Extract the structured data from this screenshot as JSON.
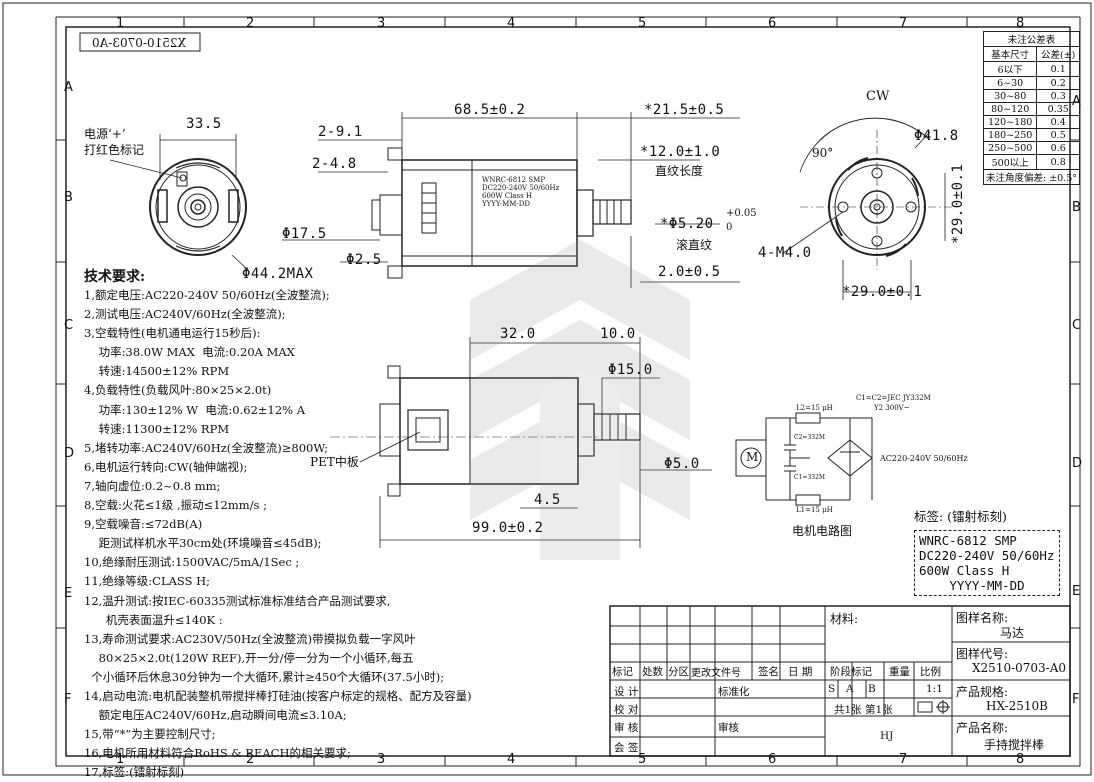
{
  "drawing_number_mirrored": "X2510-0703-A0",
  "grid": {
    "columns": [
      "1",
      "2",
      "3",
      "4",
      "5",
      "6",
      "7",
      "8"
    ],
    "rows": [
      "A",
      "B",
      "C",
      "D",
      "E",
      "F"
    ]
  },
  "tolerance_table": {
    "title": "未注公差表",
    "headers": [
      "基本尺寸",
      "公差(±)"
    ],
    "rows": [
      [
        "6以下",
        "0.1"
      ],
      [
        "6~30",
        "0.2"
      ],
      [
        "30~80",
        "0.3"
      ],
      [
        "80~120",
        "0.35"
      ],
      [
        "120~180",
        "0.4"
      ],
      [
        "180~250",
        "0.5"
      ],
      [
        "250~500",
        "0.6"
      ],
      [
        "500以上",
        "0.8"
      ]
    ],
    "angle_note": "未注角度偏差: ±0.5°"
  },
  "front_view": {
    "dim_33_5": "33.5",
    "power_label_1": "电源‘+’",
    "power_label_2": "打红色标记",
    "dim_44_2": "Φ44.2MAX"
  },
  "side_view": {
    "dim_68_5": "68.5±0.2",
    "dim_21_5": "*21.5±0.5",
    "dim_2_9_1": "2-9.1",
    "dim_2_4_8": "2-4.8",
    "dim_12_0": "*12.0±1.0",
    "straight_len": "直纹长度",
    "dim_5_20": "*Φ5.20",
    "tol_upper": "+0.05",
    "tol_lower": "0",
    "knurl": "滚直纹",
    "dim_17_5": "Φ17.5",
    "dim_2_5": "Φ2.5",
    "dim_2_0": "2.0±0.5",
    "label_lines": [
      "WNRC-6812 SMP",
      "DC220-240V 50/60Hz",
      "600W Class H",
      "YYYY-MM-DD"
    ]
  },
  "end_view": {
    "cw": "CW",
    "angle_90": "90°",
    "dim_41_8": "Φ41.8",
    "dim_29_v": "*29.0±0.1",
    "dim_29_h": "*29.0±0.1",
    "screws": "4-M4.0"
  },
  "lower_view": {
    "dim_32_0": "32.0",
    "dim_10_0": "10.0",
    "dim_15_0": "Φ15.0",
    "dim_5_0": "Φ5.0",
    "dim_4_5": "4.5",
    "dim_99_0": "99.0±0.2",
    "pet": "PET中板"
  },
  "circuit": {
    "cap_note_1": "C1=C2=JEC JY332M",
    "cap_note_2": "Y2 300V~",
    "l2": "L2=15 μH",
    "l1": "L1=15 μH",
    "c2": "C2=332M",
    "c1": "C1=332M",
    "motor": "M",
    "supply": "AC220-240V 50/60Hz",
    "caption": "电机电路图"
  },
  "label_block": {
    "title": "标签: (镭射标刻)",
    "lines": [
      "WNRC-6812 SMP",
      "DC220-240V 50/60Hz",
      "600W  Class H",
      "YYYY-MM-DD"
    ]
  },
  "requirements": {
    "title": "技术要求:",
    "items": [
      "1,额定电压:AC220-240V 50/60Hz(全波整流);",
      "2,测试电压:AC240V/60Hz(全波整流);",
      "3,空载特性(电机通电运行15秒后):",
      "    功率:38.0W MAX  电流:0.20A MAX",
      "    转速:14500±12% RPM",
      "4,负载特性(负载风叶:80×25×2.0t)",
      "    功率:130±12% W  电流:0.62±12% A",
      "    转速:11300±12% RPM",
      "5,堵转功率:AC240V/60Hz(全波整流)≥800W;",
      "6,电机运行转向:CW(轴伸端视);",
      "7,轴向虚位:0.2~0.8 mm;",
      "8,空载:火花≤1级 ,振动≤12mm/s ;",
      "9,空载噪音:≤72dB(A)",
      "    距测试样机水平30cm处(环境噪音≤45dB);",
      "10,绝缘耐压测试:1500VAC/5mA/1Sec ;",
      "11,绝缘等级:CLASS H;",
      "12,温升测试:按IEC-60335测试标准标准结合产品测试要求,",
      "      机壳表面温升≤140K :",
      "13,寿命测试要求:AC230V/50Hz(全波整流)带摸拟负载一字风叶",
      "    80×25×2.0t(120W REF),开一分/停一分为一个小循环,每五",
      "  个小循环后休息30分钟为一个大循环,累计≥450个大循环(37.5小时);",
      "14,启动电流:电机配装整机带搅拌棒打硅油(按客户标定的规格、配方及容量)",
      "    额定电压AC240V/60Hz,启动瞬间电流≤3.10A;",
      "15,带“*”为主要控制尺寸;",
      "16,电机所用材料符合RoHS & REACH的相关要求;",
      "17,标签:(镭射标刻)"
    ]
  },
  "title_block": {
    "material_label": "材料:",
    "drawing_name_label": "图样名称:",
    "drawing_name": "马达",
    "drawing_code_label": "图样代号:",
    "drawing_code": "X2510-0703-A0",
    "spec_label": "产品规格:",
    "spec": "HX-2510B",
    "product_label": "产品名称:",
    "product": "手持搅拌棒",
    "header_cells": [
      "标记",
      "处数",
      "分区",
      "更改文件号",
      "签名",
      "日 期",
      "阶段标记",
      "重量",
      "比例"
    ],
    "design": "设 计",
    "check": "校 对",
    "review": "审 核",
    "approve": "会 签",
    "standard": "标准化",
    "audit": "审核",
    "stage_s": "S",
    "stage_a": "A",
    "stage_b": "B",
    "scale": "1:1",
    "sheets": "共1张  第1张",
    "company": "HJ"
  }
}
